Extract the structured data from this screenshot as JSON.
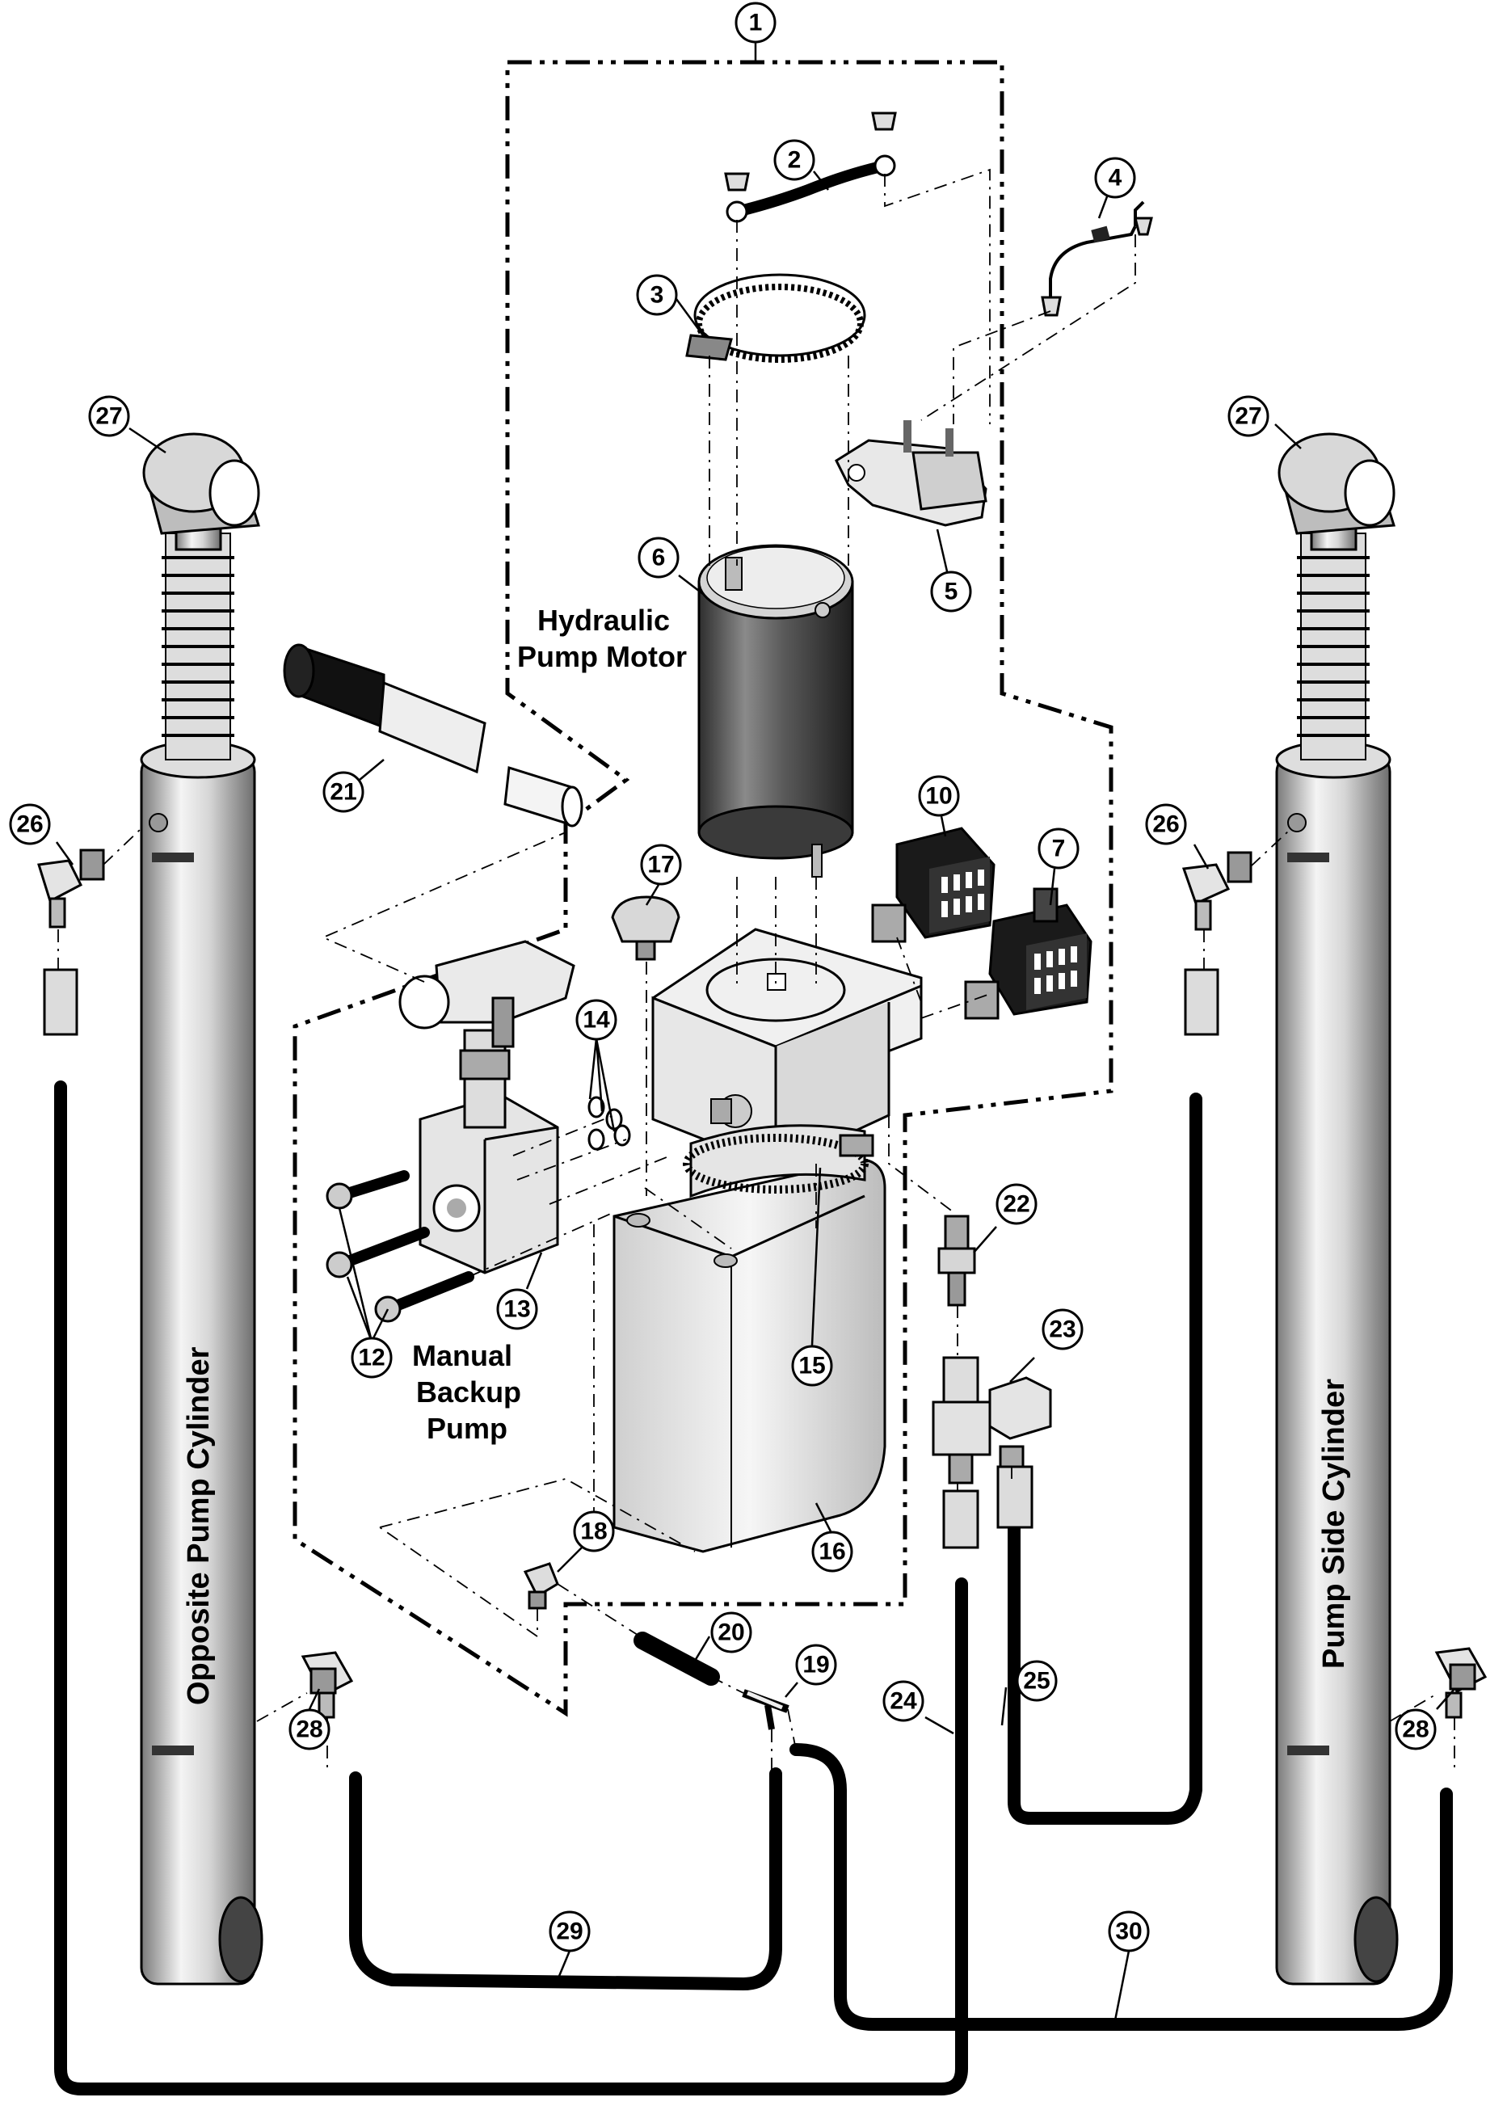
{
  "labels": {
    "motor_line1": "Hydraulic",
    "motor_line2": "Pump Motor",
    "backup_line1": "Manual",
    "backup_line2": "Backup",
    "backup_line3": "Pump",
    "left_cylinder": "Opposite Pump Cylinder",
    "right_cylinder": "Pump Side Cylinder"
  },
  "callouts": [
    "1",
    "2",
    "3",
    "4",
    "5",
    "6",
    "7",
    "10",
    "12",
    "13",
    "14",
    "15",
    "16",
    "17",
    "18",
    "19",
    "20",
    "21",
    "22",
    "23",
    "24",
    "25",
    "26",
    "26",
    "27",
    "27",
    "28",
    "28",
    "29",
    "30"
  ],
  "colors": {
    "line": "#000000",
    "metal_light": "#eeeeee",
    "metal_dark": "#555555",
    "background": "#ffffff"
  }
}
